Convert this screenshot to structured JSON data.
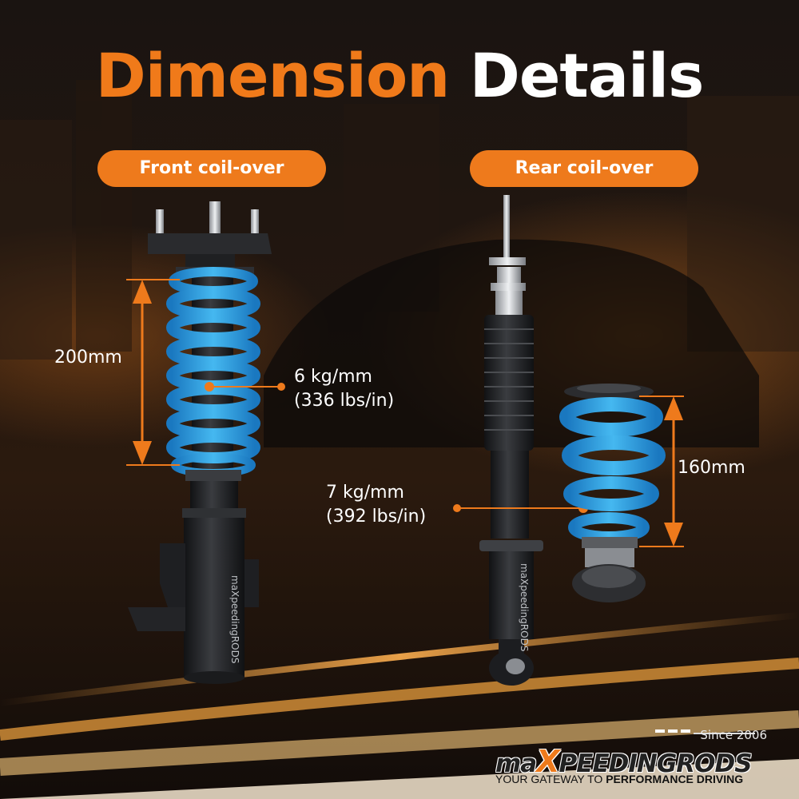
{
  "title": {
    "part1": "Dimension",
    "part2": "Details"
  },
  "front": {
    "heading": "Front coil-over",
    "length_label": "200mm",
    "rate_kg": "6 kg/mm",
    "rate_lbs": "(336 lbs/in)",
    "brand_print": "maXpeedingRODS"
  },
  "rear": {
    "heading": "Rear coil-over",
    "length_label": "160mm",
    "rate_kg": "7 kg/mm",
    "rate_lbs": "(392 lbs/in)",
    "brand_print": "maXpeedingRODS"
  },
  "brand": {
    "since": "Since 2006",
    "logo_left": "ma",
    "logo_x": "X",
    "logo_right": "PEEDINGRODS",
    "tagline_plain": "YOUR GATEWAY TO ",
    "tagline_bold": "PERFORMANCE DRIVING"
  },
  "colors": {
    "accent": "#ee7a1c",
    "spring_blue": "#2a9de0",
    "body_black": "#1c1d20"
  }
}
